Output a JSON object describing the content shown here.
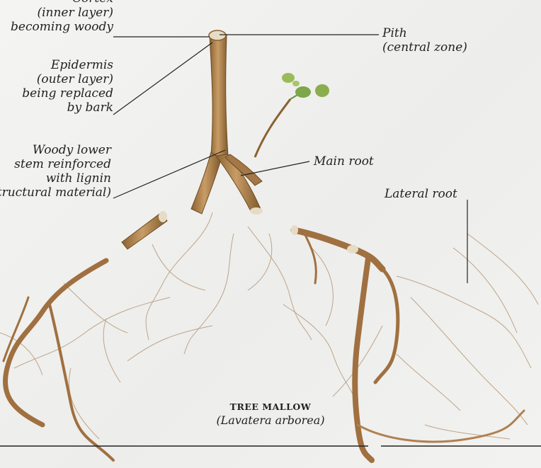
{
  "labels": {
    "cortex": [
      "Cortex",
      "(inner layer)",
      "becoming woody"
    ],
    "pith": [
      "Pith",
      "(central zone)"
    ],
    "epidermis": [
      "Epidermis",
      "(outer layer)",
      "being replaced",
      "by bark"
    ],
    "woody_stem": [
      "Woody lower",
      "stem reinforced",
      "with lignin",
      "(structural material)"
    ],
    "main_root": "Main root",
    "lateral_root": "Lateral root"
  },
  "caption": {
    "title": "TREE MALLOW",
    "subtitle": "(Lavatera arborea)"
  },
  "colors": {
    "root_dark": "#8a6232",
    "root_light": "#c49a62",
    "hair": "#b89a78",
    "leaf": "#8cad4e",
    "line": "#222222"
  }
}
